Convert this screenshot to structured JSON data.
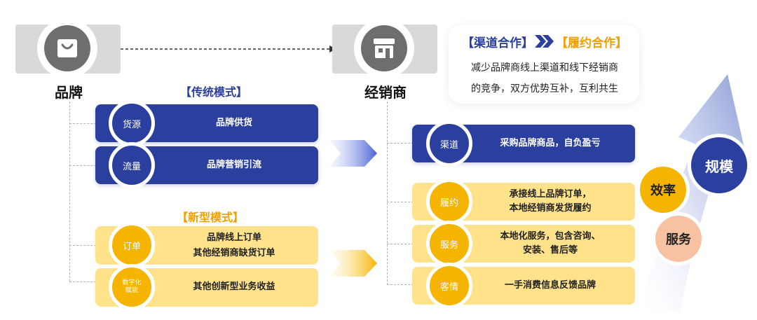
{
  "brand": {
    "label": "品牌",
    "icon": "shopping-bag-icon"
  },
  "dealer": {
    "label": "经销商",
    "icon": "storefront-icon"
  },
  "traditional_mode": {
    "title": "【传统模式】",
    "rows": [
      {
        "badge": "货源",
        "text": "品牌供货"
      },
      {
        "badge": "流量",
        "text": "品牌营销引流"
      }
    ]
  },
  "new_mode": {
    "title": "【新型模式】",
    "rows": [
      {
        "badge": "订单",
        "line1": "品牌线上订单",
        "line2": "其他经销商缺货订单"
      },
      {
        "badge_line1": "数字化",
        "badge_line2": "赋能",
        "text": "其他创新型业务收益"
      }
    ]
  },
  "dealer_traditional": {
    "badge": "渠道",
    "text": "采购品牌商品，自负盈亏"
  },
  "dealer_new": [
    {
      "badge": "履约",
      "line1": "承接线上品牌订单，",
      "line2": "本地经销商发货履约"
    },
    {
      "badge": "服务",
      "line1": "本地化服务，包含咨询、",
      "line2": "安装、售后等"
    },
    {
      "badge": "客情",
      "text": "一手消费信息反馈品牌"
    }
  ],
  "callout": {
    "tag1": "【渠道合作】",
    "tag2": "【履约合作】",
    "line1": "减少品牌商线上渠道和线下经销商",
    "line2": "的竞争，双方优势互补，互利共生"
  },
  "growth": {
    "scale": "规模",
    "efficiency": "效率",
    "service": "服务"
  },
  "colors": {
    "blue": "#2b3f9f",
    "yellow": "#f5b400",
    "light_yellow": "#ffe28a",
    "orange": "#f6c2a1"
  }
}
